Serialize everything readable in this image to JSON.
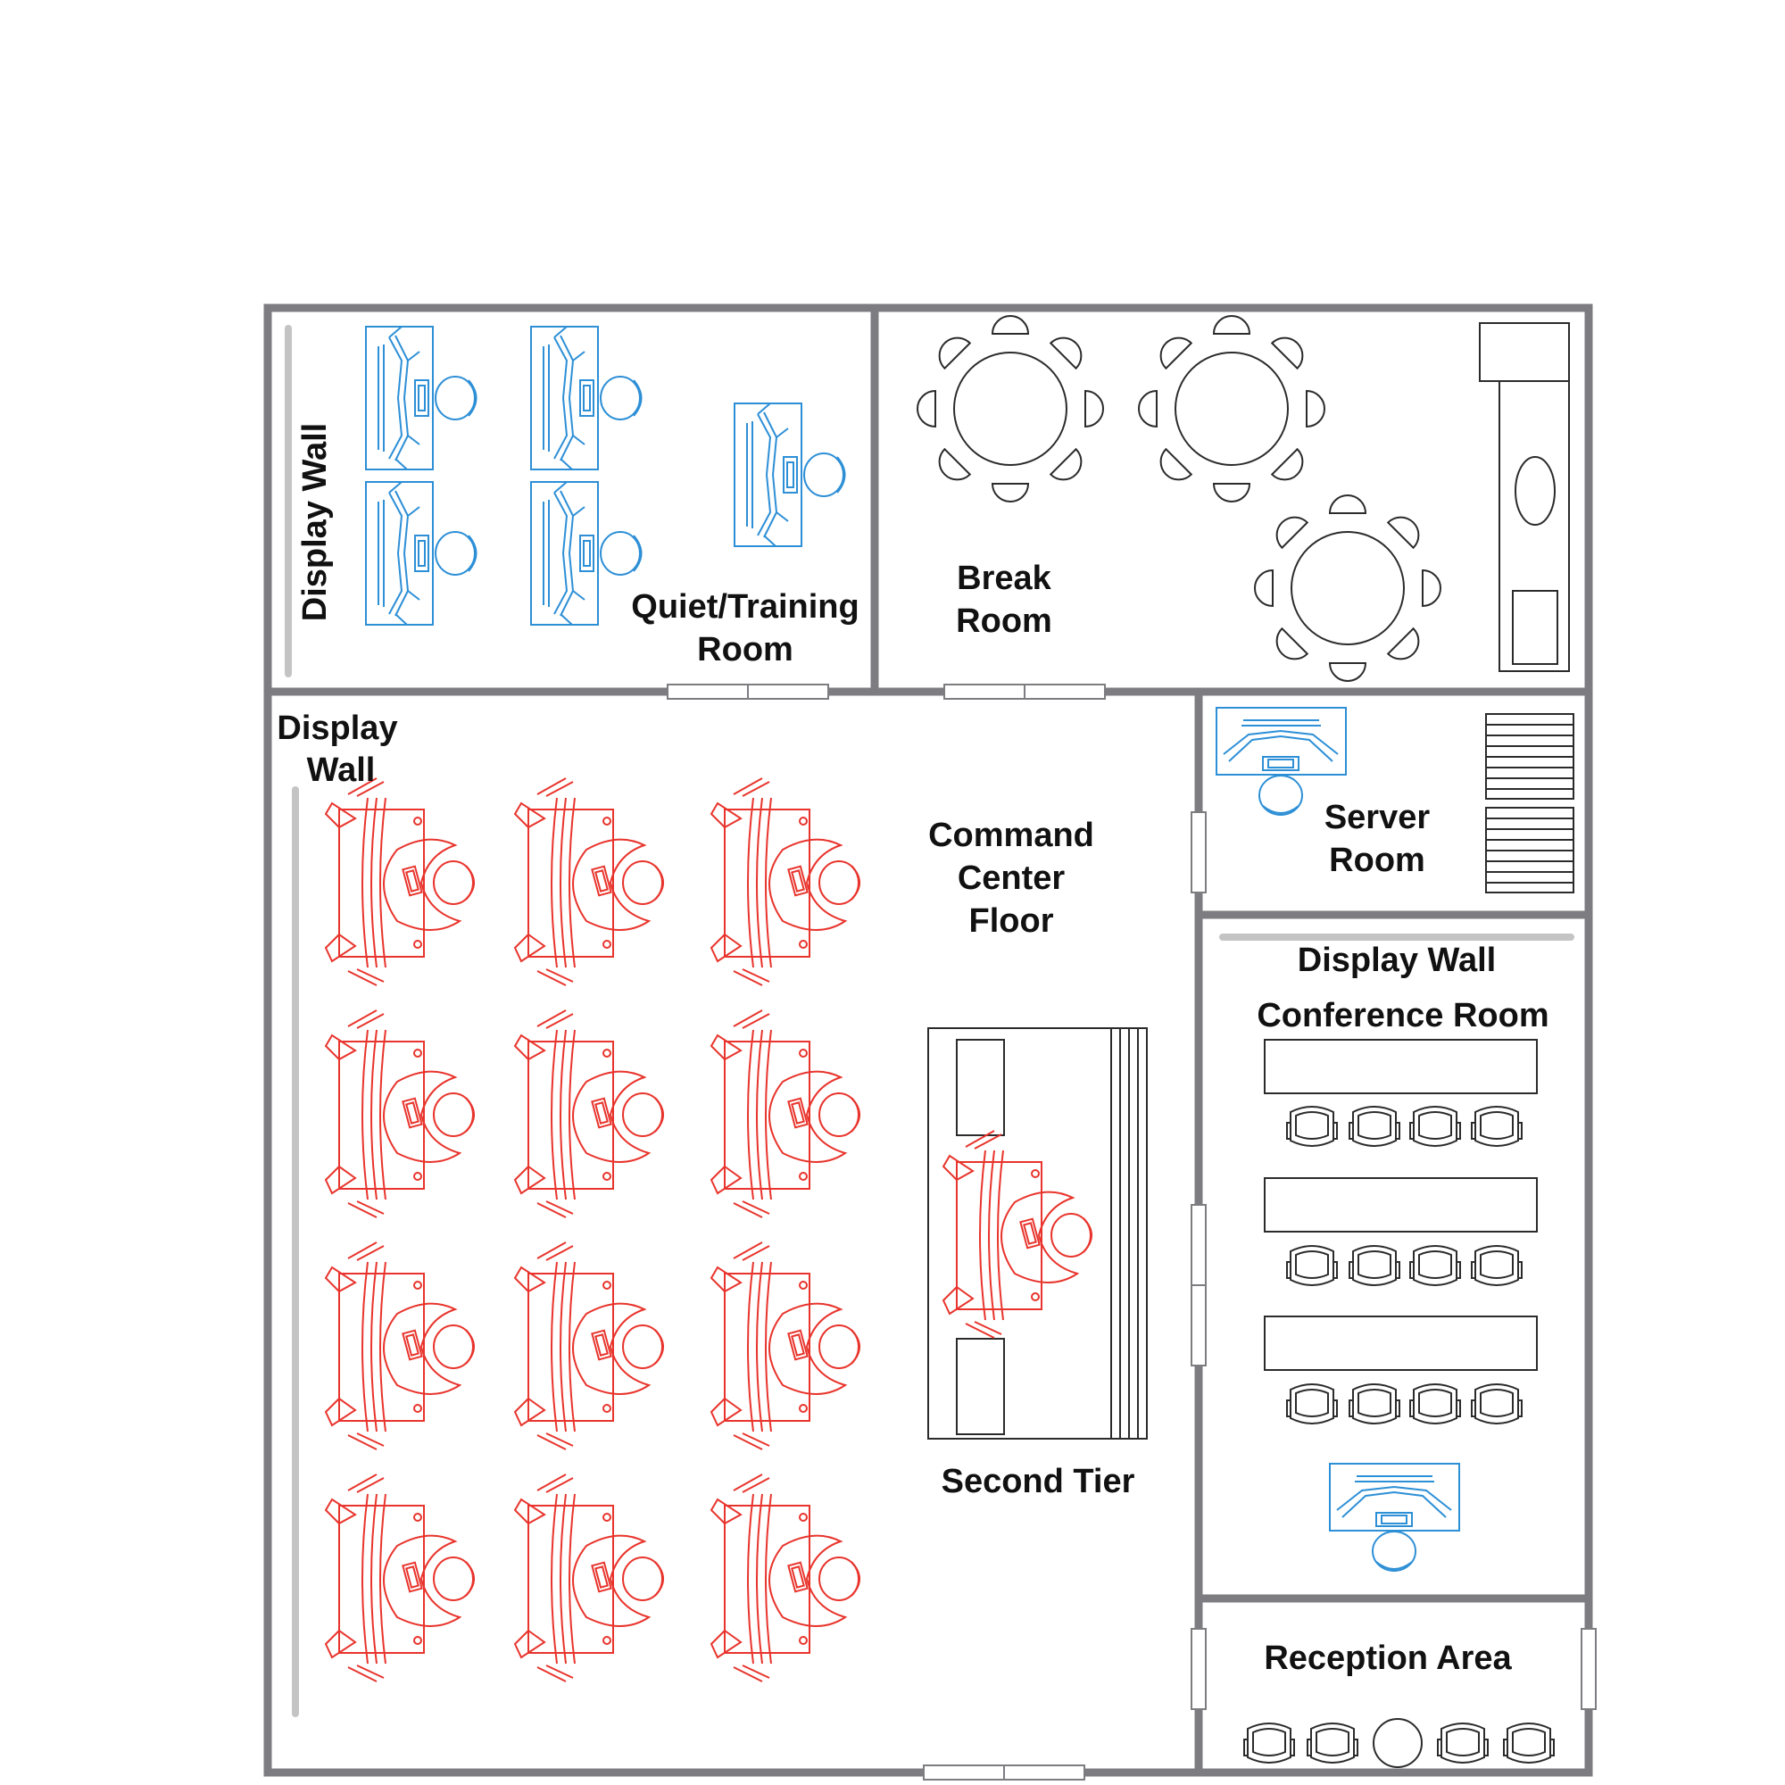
{
  "rooms": {
    "quiet_training": {
      "line1": "Quiet/Training",
      "line2": "Room"
    },
    "break_room": {
      "line1": "Break",
      "line2": "Room"
    },
    "server_room": {
      "line1": "Server",
      "line2": "Room"
    },
    "command_center": {
      "line1": "Command",
      "line2": "Center",
      "line3": "Floor"
    },
    "second_tier": {
      "label": "Second Tier"
    },
    "conference": {
      "label": "Conference Room"
    },
    "reception": {
      "label": "Reception Area"
    }
  },
  "display_walls": {
    "training": "Display Wall",
    "command_line1": "Display",
    "command_line2": "Wall",
    "conference": "Display Wall"
  },
  "colors": {
    "walls": "#7d7c80",
    "display_wall": "#c4c4c4",
    "operator_workstation": "#e8342c",
    "support_workstation": "#2d8fd6",
    "furniture": "#2b2b2b"
  }
}
